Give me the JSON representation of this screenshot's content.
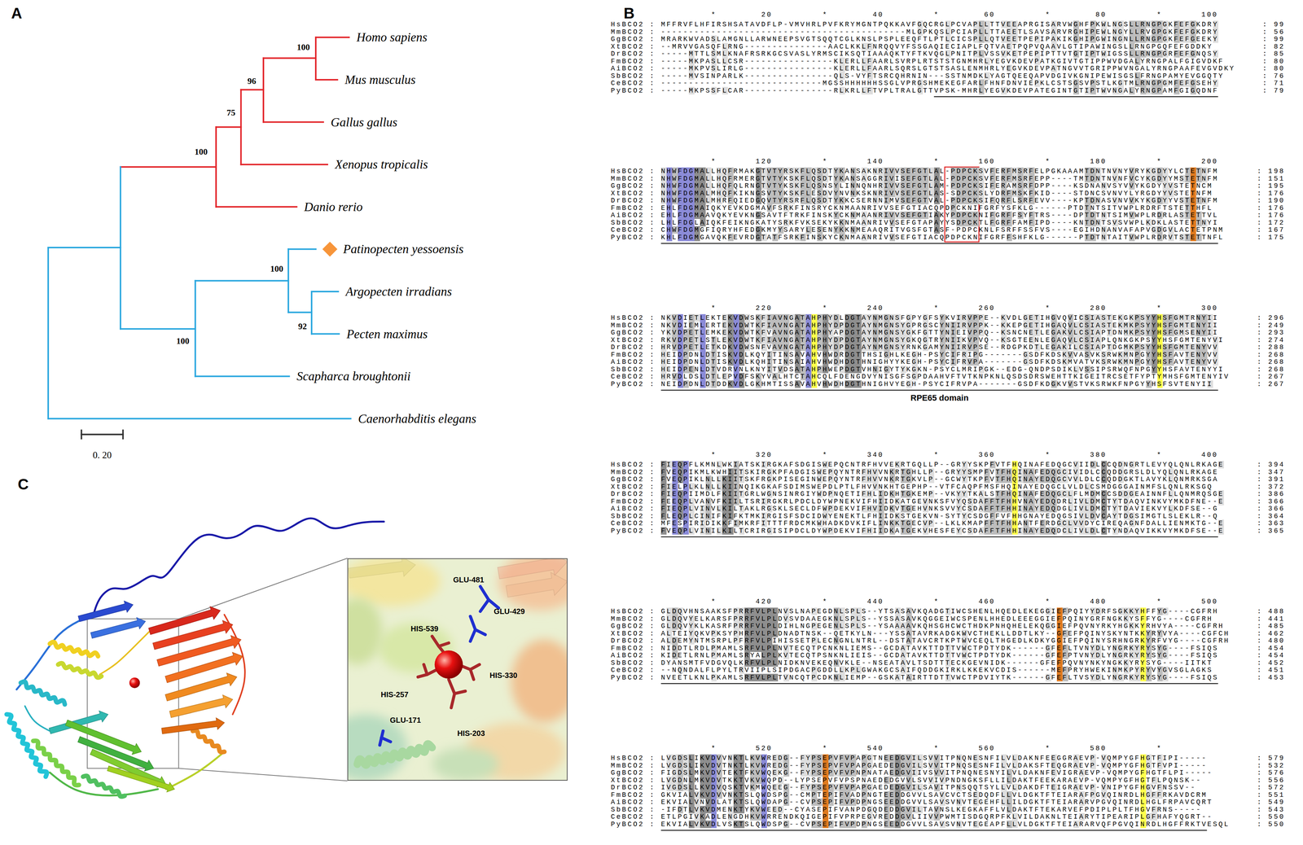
{
  "diagram": {
    "nodes": [
      {
        "text": [
          "GLU-481",
          "GLU-429",
          "HIS-539",
          "HIS-330",
          "HIS-257",
          "GLU-171",
          "HIS-203"
        ]
      }
    ],
    "labels": [
      "A",
      "Homo sapiens",
      "Mus musculus",
      "Gallus gallus",
      "Xenopus tropicalis",
      "Danio rerio",
      "Patinopecten yessoensis",
      "Argopecten irradians",
      "Pecten maximus",
      "Scapharca broughtonii",
      "Caenorhabditis elegans",
      "100",
      "96",
      "75",
      "100",
      "100",
      "92",
      "100",
      "0. 20",
      "B",
      "                  *        20         *        40         *        60         *        80         *       100",
      "HsBCO2 : MFFRVFLHFIRSHSATAVDFLP-VMVHRLPVFKRYMGNTPQKKAVFGQCRGLPCVAPLLTTVEEAPRGISARVWGHFPKWLNGSLLRNGPGKFEFGKDRY : 99",
      "MmBCO2 : --------------------------------------------MLGPKQSLPCIAPLLTTAEETLSAVSARVRGHIPEWLNGYLLRVGPGKFEFGKDRY : 56",
      "GgBCO2 : MRARKWVADSLAMGNLLARWNEEPSVGTSQQTCGLKNSLPSPLEEQFTLPTLCICSPLLQTVEETPEPIPAKIKGHIPGWINGNLLRNGPGKFEFGEEKY : 99",
      "XtBCO2 : --MRVVGASQFLRNG---------------AACLKKLFNRQQVYFSSGAQIECIAPLFQTVAETPQPVQAAVLGTIPAWINGSLLRNGPGQFEFGDDKY : 82",
      "DrBCO2 : -----MTTLSMLKNAFRSRKGCSVASLYRMSCIKSQTIAAAQKTYFTKVQGLPNITPLVSSVKETPEPIPTTVTGTIPTWIGSSLLRNGPGRFEFGNQSY : 85",
      "FmBCO2 : -----MKPASLLCSR----------------KLERLLFAARLSVRPLRTSTSTGNMHRLYEGVKDEVPATKGIVTGTIPPWVDGALYRNGPALFGIGVDKF : 80",
      "AiBCO2 : -----MKPVSLIRLG----------------KLERLLFAARLSQRSLGTSTSASLENMHRLYEGVKDEVPATNGVVTGRIPPWVNGALYRNGPAAFEVGVDKY : 80",
      "SbBCO2 : -----MVSINPARLK----------------QLS-VYFTSRCQHRNIN---SSTNMDKLYAGTQEEQAPVDGIVKGNIPEWISGSLFRNGPAMYEVGGQTY : 76",
      "CeBCO2 : -----------------------------MGSSHHHHHHSSGLVPRGSHMEKEGFARLFHNFDNVIEPKLCSTSGSVPSTLKGTMLRNGPGMFEFGSEHY : 71",
      "PyBCO2 : -----MKPSSFLCAR----------------RLKRLLFTVPLTRALGTTVPSK-MHRLYEGVKDEVPATEGINTGTIPTWVNGALYRNGPAMFGIGQDNF : 79",
      "                  *       120         *       140         *       160         *       180         *       200",
      "HsBCO2 : NHWFDGMALLHQFRMAKGTVTYRSKFLQSDTYKANSAKNRIVVSEFGTLAL-PDPCKSVFERFMSRFELPGKAAAMTDNTNVNYVRYKGDYYLCTETNFM : 198",
      "MmBCO2 : NHWFDGMALLHQFRMERGTVTYKSKFLQSDTYKANSAGGRIVISEFGTLAL-PDPCKSVFERFMSRFEPP----TMTDNTNVNFVCYKGDYYMSTETNFM : 151",
      "GgBCO2 : NHWFDGMALLHQFQLRNGTVTYKSKFLQSNSYLINNQNHRIVVSEFGTLAM-PDPCKSIFERAMSRFDPP----KSDNANVSYVVYKGDYYVSTETNCM : 195",
      "XtBCO2 : NHWFDGMALMHQFKIKNGSVTYKSKFLESDVYNVNKSKNRIVVSEFGTLAS-SDPCKSLYDRFMSKFKID----STDNCSVNVYLYRGDYYVSTETNFM : 176",
      "DrBCO2 : NHWFDGMALMHRFQIEDGQVTYRSRFLQSDTYKKCSERNNIMVSEFGTVAL-PDPCKSIFQRFLSRFEVV----KPTDNASVNVVKYKGDYYVSTETNFM : 190",
      "FmBCO2 : EHLFDGMAIQKYEVKDGMAVFSRKFINSRYCKNMAANRIVVSEFGTIACQPDPCKNIFGRFYSFKLG------PTDTNTSITVWPLRDRFTSTETTHFL : 176",
      "AiBCO2 : EHLFDGMAAVQKYEVKNGSAVTFTRKFINSKYCKNMAANRIVVSEFGTIAKYPDPCKNIFGRFFSYFTRS----DPTDTNTSIMVWPLRDRLASTETTVL : 176",
      "SbBCO2 : LHLFDGLAIQKFEIKNGKATYSRKFVKSEKYKKNMAANRIVVSEFGTAPAYYSDPCKTLFGRFFAMFIPD----KNTDNTSVSVWPLKDKLASTETTNYI : 172",
      "CeBCO2 : CHWFDGMGFIQRYHFEDGKMYYSARYLESENYKKNMEAAQRITVGSFGTASF-PDPCKNLFSRFFSSFVS----EGIHDNANVAFAPVGDGVLACTETPNM : 167",
      "PyBCO2 : KHLFDGMGAVQKFEVRDGTATFSRKFINSKYCKNMAANRIVVSEFGTIACQPDPCKNIFGRFFSHFKLG------PTDTNTAITVWPLRDRVTSTETTNFL : 175",
      "                  *       220         *       240         *       260         *       280         *       300",
      "HsBCO2 : NKVDIETLEKTEKVDWSKFIAVNGATAHPHYDLDGTAYNMGNSFGPYGFSYKVIRVPPE--KVDLGETIHGVQVICSIASTEKGKPSYYHSFGMTRNYII : 296",
      "MmBCO2 : NKVDIEMLERTEKVDWTKFIAVNGATAHPHYDPDGTAYNMGNSYGPRGSCYNIIRVPPK--KKEPGETIHGAQVLCSIASTEKMKPSYYHSFGMTENYII : 249",
      "GgBCO2 : YKVDPETLEMKEKVDWTKFVAVNGATAHPHYAPDGTAYNMGNSYGKFGTTYNIEIVPPQ--KSNCNETLEGAKVLCSIAPTDNMKPSYYHSFGMSENYII : 293",
      "XtBCO2 : RKVDPETLSTLEKVDWTKFIAVNGATAHPHYDPDGTAYNMGNSYGKQGTRYNIIKVPVQ--KSGTEENLEGAQVLCSIAPLQNKGKPSYYHSFGMTENYVI : 274",
      "DrBCO2 : HRVDPETLETKDKVDWSNFVAVNGATAHPHYDPDGTAYNMGNSYRNKGAMYNIIRVPSE--RDGPKDTLEGAKILCSIAPTDGMKPSYYHSFGMTENYVV : 288",
      "FmBCO2 : HEIDPDNLDTISKVDLKQYITINSAVAHVHWDRDGTTHSIGHLKEGH-PSYCIFRIPG-------GSDFKDSKVVASVKSRWKMNPGYYHSFAVTENYVV : 268",
      "AiBCO2 : HEIDPDNLDTISKVDLKQHITINSAIAHVHWDHDGTHNIGHYYKEGH-PSYCIFRVPA-------GSDFKDSKMVATVKSRWKMNPGYYHSFAVTENYVV : 268",
      "SbBCO2 : HEIDPENLDTVDRVNLKNYITVDSATAHPHWEPDGTVHNIGYTYKGKN-PSYCLMRIPGK--EDG-QNDPSDIKLVSSIPSRWQFNPGYYHSFAVTENYYI : 268",
      "CeBCO2 : HRVDLDSLDTLEPVDFSKYVALHTCTAHCQLFDENGDVYNISGFSGPDAAHVFTVTKNPKNLQSDSDRSWEHTTKIGEITRCSETFYPTYMHSFGMTENYIV : 267",
      "PyBCO2 : NEIDPDNLDTDDKVDLGKHMTISSAVAHVHWDHDGTHNIGHVYEGH-PSYCIFRVPA-------GSDFKDGKVVSTVKSRWKFNPGYYHSFSVTENYII : 267",
      "                  *       320         *       340         *       360         *       380         *       400",
      "HsBCO2 : FIEQPFLKMNLWKIATSKIRGKAFSDGISWEPQCNTRFHVVEKRTGQLLP--GRYYSKPFVTFHQINAFEDQGCVIIDLCCQDNGRTLEVYQLQNLRKAGE : 394",
      "MmBCO2 : FVEQPIKMLKWHIITSKIRGKPFADGISWEPQYNTRFHVVNKRTGHLLP--GRYYSMPFVTFHQINAFEDQGCIVIDLCCQDDGRSLDLYQLQNLRKAGE : 347",
      "GgBCO2 : FVEQPIKLNLLKIITSKFRGKPISEGINWEPQYNTRFHVVNKRTGKVLP--GCWYTKPFVTFHQINAYEDQGCVVLDLCCQDDGKTLAVYKLQNMRKSGA : 391",
      "XtBCO2 : FIELPLKLNLLKIINQIKGKAFSDIMSWEPDLPTLFHVVNKHTGEPHP--VTFCAQPFMSFHQINAYEDQGCLVLDLCSMDGGGAINMFSLQNLRKSGQ : 372",
      "DrBCO2 : FIEQPIIMDLFKIITGRLWGNSINRGIYWDPNQETIFHLIDKHTGKEMP--VKYYTKALSTFHQINAFEDQGCLFLMDMCCSDDGEAINNFLLQNMRQSGE : 386",
      "FmBCO2 : FEEQPLVANVFKIILTSRIRGKRLPDCLDYWPNEKVIFHIIDKATGEVNKSFVYQSDAFFTFHHVNAYEDQDRLIVLDMCTYTDAQVINKVYMKDFNE--E : 366",
      "AiBCO2 : FIEQPLVINVLKILTAKLRGSKLSECLDFWPDEKVIFHVIDKVTGEHVNKSVVYCSDAFFTFHHINAYEDQDGLIVLDMCTYTDAVIEKVYLKDFSE--G : 366",
      "SbBCO2 : FLEQPLCINIFKIFKTMKIRGISFSDCIDWYENEKTLFHIIDKSTGEKVN-SYTYCSDGFFVFHHGNAYEDQGSIVLDVCAYTDGSIMGTLSLEKLR--Q : 364",
      "CeBCO2 : MFESPIRIDIKKFIMKRFITTTFRDCMKWHADKDVKIFLINKKTGECVP--LKLKMAPFFTFHHANTFERDGCLVVDYCIREQAGNFDALLIENMKTG--E : 363",
      "PyBCO2 : FVEQPLVINILKILTCRIRGISIPDCLDYWPDEKVIFHIIDKATGEKVHESFEYCSDAFFTFHHINAYEDQDCLIVLDLCTYNDAQVIKKVYMKDFSE--E : 365",
      "                  *       420         *       440         *       460         *       480         *       500",
      "HsBCO2 : GLDQVHNSAAKSFPRRFVLPLNVSLNAPEGDNLSPLS--YTSASAVKQADGTIWCSHENLHQEDLEKEGGIEFPQIYYDRFSGKKYHFFYG----CGFRH : 488",
      "MmBCO2 : GLDQVYELKARSFPRRFVLPLDVSVDAAEGKNLSPLS--YSSASAVKQGGEIWCSPENLHHEDLEEEGGIEFPQINYGRFNGKKYSFFYG----CGFRH : 441",
      "GgBCO2 : GLDQVYKLKASRFPRRFVLPLDIHLNGPEGENLSPLS--YSAAAAVKQHSGHCWCTHDKPNHQHELEKQGGIEFPQVNYRKYHGKKYRHVYA----CGFRH : 485",
      "XtBCO2 : ALTEIYQKVPKSYPHRFVLPLDNADTNSK--QETKYLN---YSSATAVRKADGKWVCTHEKLLDDTLKY--GFEFPQINYSKYNTKKYRYVYA----CGFCH : 462",
      "DrBCO2 : ALDEMYNTMSRPLPFRFVLPIHISSETPLECNGNLNTRL--DSTATAVCRTKPTWVCEQLTHGEDLKDKYGGIEFPQINYSRHNGRKYRFVYG----CGFRH : 480",
      "FmBCO2 : NIDDTLRDLPMAMLSRFVLPLNVTECQTPCNKNLIEMS--GCDATAVKTTDTTVWCTPDTYDK------GFEFLTVNYDLYNGRKYRYSYG----FSIQS : 454",
      "AiBCO2 : KIDETLRNLPMAMLSRYALPLKVTECQTPSNKNLIEIS--GCDATAVKTTDTTVWCTPDTYDK------GFEFPTVNYDLYNGRKYRYSYG----FSIQS : 454",
      "SbBCO2 : DYANSMTFVDGVQLKRFVLPLNIDKNVEKEQNVKLE--NSEATAVLTSDTTTECKGEVNIDK------GFEFPQVNYNKYNGKKYRYSYG----IITKT : 452",
      "CeBCO2 : --NQNDALFLPYLTRVIIPLSIPDGACPGDDLLKPLGWAKGCSAIFQDDGKIRKLKKEKVCDIS------MEFPRYHWEKINMKPYRYVYGVSGLAGKS : 451",
      "PyBCO2 : NVEETLKNLPKAMLSRFVLPLTVNCQTPCDKNLIEMP--GSKATAIRTTDTTVWCTPDVIYTK------GFEFLTVSYDLYNGRKYRYSYG----FSIQS : 453",
      "                  *       520         *       540         *       560         *       580         *",
      "HsBCO2 : LVGDSLIKVDVVNKTLKVWREDG--FYPSEPVFVPAPGTNEEDGVILSVVITPNQNESNFILVLDAKNFEEGGRAEVP-VQMPYGFHGTFIPI----- : 579",
      "MmBCO2 : LVGDSLIKVDVTNKTLKVWREDG--FYPSEPVFVPAPGAEDEDGVILSVVITPNQSESNFILVLDAKSFTEQGRAEVP-VQMPYGFHGTFVPI----- : 532",
      "GgBCO2 : FIGDSLMKVDVTEKTFKVWQEKG--FYPSEPVFVPNPNATAEDGVIIVSVVITPNQNESNYILVLDAKNFEVIGRAEVP-VQMPYGFHGTFLPI----- : 576",
      "XtBCO2 : LVGDNLMKVDVTKKTVKVWQPD--LYPSEPVFVPSPNAEDEDGVVLSVVIVPNDNGKSFLLILDAKTFEEKARAEVP-VQMPYGFHGTFLPQNSK-- : 556",
      "DrBCO2 : IVGDSLLKVDVQSKTVKMWQEEG--FYPSEPVFVPAPGAEDEDGVILSAVITPNSQQTSYLLVLDAKDFTEIGRAEVP-VNIPYGFHGVFNSSV-- : 572",
      "FmBCO2 : GKVIALVKVDVVNKTSLQWDSPG--CMPTEPIFVADPNGTEEDDGVVLSAVCVCTSEDQDFLLVLDGKTFTEIARAFPGVQINRDLHGFFRKAVDCRM : 551",
      "AiBCO2 : EKVIALVNVDLATKTSLQWDAPG--CVPSEPIFVPDPNGSEEDDGVVLSAVSVNVTEGEHFLLILDGKTFTEIARARVPGVQINRDLHGLFRPAVCQRT : 549",
      "SbBCO2 : -IFDTLVKVDMENKTYKVWEED--CYASEPIFVANPDGQDEDDGVILTAVNSLKEGKAFFLVLDAKTFTEKARVEFPDIPLPLTFHGVFRNS----- : 543",
      "CeBCO2 : ETLPGIVKADLENGDHKVWRRENDKQIGEPIFVPRPEGVREDDGVLIIVVPWMTISDGQRPFKLVILDAKNLTEIARYTIPEARIPLGFHAFYQGRT-- : 550",
      "PyBCO2 : EKVIALVKVDLVSKTSLQWDSPG--CVPSEPIFVPDPNGSEEDDGVVLSAVSVNVTEGEAPFLLVLDGKTFTEIARARVQFPGVQINRDLHGFFRKTVESQL : 550",
      "RPE65 domain",
      "C"
    ]
  }
}
